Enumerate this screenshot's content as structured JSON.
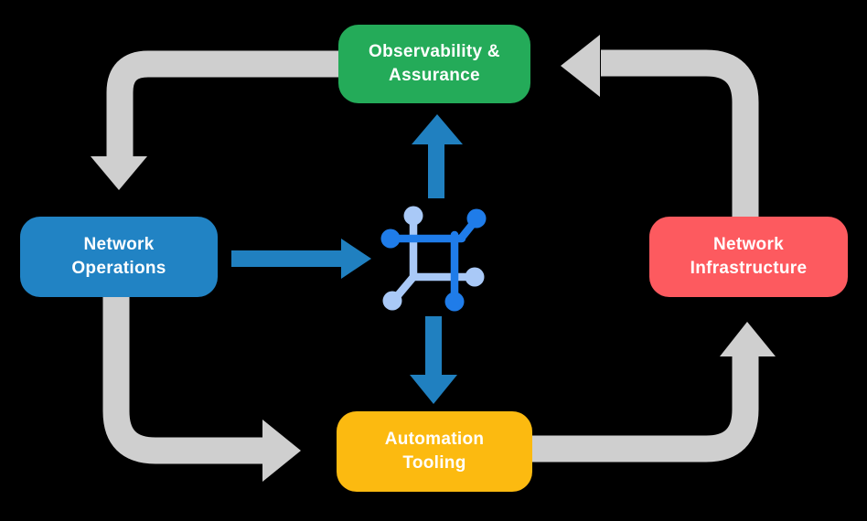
{
  "colors": {
    "background": "#000000",
    "green": "#24ab59",
    "blue": "#2183c4",
    "red": "#fd5a5f",
    "yellow": "#fcba10",
    "gray_arrow": "#cfcfcf",
    "blue_arrow": "#2080c0",
    "icon_dark_blue": "#1f7ce9",
    "icon_light_blue": "#a9c9f7",
    "text": "#ffffff"
  },
  "nodes": [
    {
      "id": "observability-assurance",
      "label": "Observability &\nAssurance",
      "color_key": "green",
      "position": "top"
    },
    {
      "id": "network-operations",
      "label": "Network\nOperations",
      "color_key": "blue",
      "position": "left"
    },
    {
      "id": "network-infrastructure",
      "label": "Network\nInfrastructure",
      "color_key": "red",
      "position": "right"
    },
    {
      "id": "automation-tooling",
      "label": "Automation\nTooling",
      "color_key": "yellow",
      "position": "bottom"
    }
  ],
  "center_icon": {
    "name": "network-hub-icon",
    "dark_color_key": "icon_dark_blue",
    "light_color_key": "icon_light_blue"
  },
  "flows": {
    "outer_cycle": [
      {
        "from": "observability-assurance",
        "to": "network-operations",
        "color_key": "gray_arrow"
      },
      {
        "from": "network-operations",
        "to": "automation-tooling",
        "color_key": "gray_arrow"
      },
      {
        "from": "automation-tooling",
        "to": "network-infrastructure",
        "color_key": "gray_arrow"
      },
      {
        "from": "network-infrastructure",
        "to": "observability-assurance",
        "color_key": "gray_arrow"
      }
    ],
    "hub_flows": [
      {
        "from": "network-operations",
        "to": "network-hub-icon",
        "color_key": "blue_arrow"
      },
      {
        "from": "network-hub-icon",
        "to": "observability-assurance",
        "color_key": "blue_arrow"
      },
      {
        "from": "network-hub-icon",
        "to": "automation-tooling",
        "color_key": "blue_arrow"
      }
    ]
  }
}
